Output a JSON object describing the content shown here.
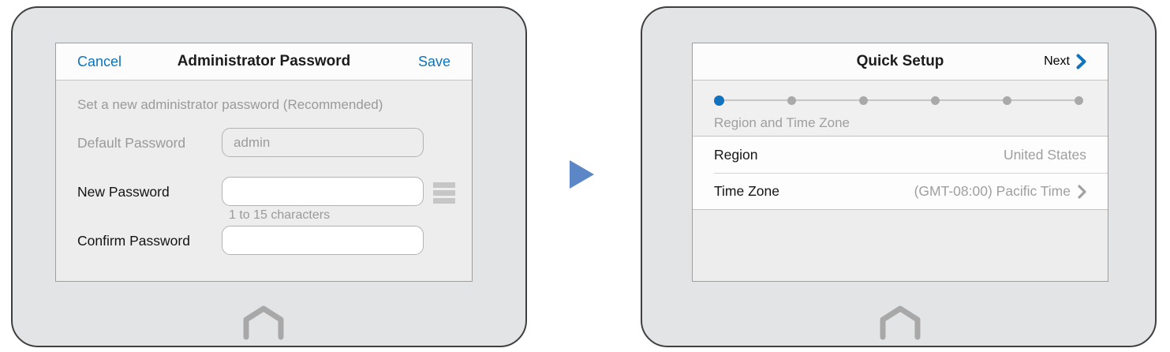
{
  "colors": {
    "accent_blue": "#0e74bd",
    "arrow_blue": "#5b87c6",
    "progress_active_blue": "#1173bd",
    "progress_inactive_gray": "#a9a9a9",
    "home_icon_gray": "#a8a8a8"
  },
  "left": {
    "screen_name": "Administrator Password",
    "header": {
      "cancel": "Cancel",
      "title": "Administrator Password",
      "save": "Save"
    },
    "instruction": "Set a new administrator password (Recommended)",
    "fields": [
      {
        "label": "Default Password",
        "value": "admin"
      },
      {
        "label": "New Password",
        "value": "",
        "hint": "1 to 15 characters"
      },
      {
        "label": "Confirm Password",
        "value": ""
      }
    ]
  },
  "right": {
    "screen_name": "Quick Setup",
    "header": {
      "title": "Quick Setup",
      "next": "Next"
    },
    "progress": {
      "steps": 6,
      "current": 1,
      "label": "Region and Time Zone"
    },
    "rows": [
      {
        "label": "Region",
        "value": "United States"
      },
      {
        "label": "Time Zone",
        "value": "(GMT-08:00) Pacific Time"
      }
    ]
  }
}
